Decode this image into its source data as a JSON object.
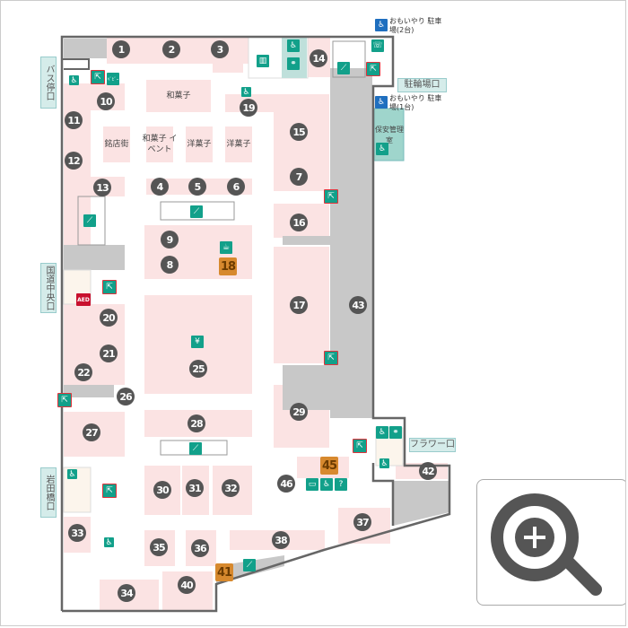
{
  "entrances": {
    "bus": "バス停口",
    "bicycle": "駐輪場口",
    "national_road": "国道中央口",
    "iwata_bridge": "岩田橋口",
    "flower": "フラワー口"
  },
  "parking": {
    "upper": "おもいやり 駐車場(2台)",
    "lower": "おもいやり 駐車場(1台)"
  },
  "rooms": {
    "security": "保安管理室"
  },
  "areas": {
    "wagashi": "和菓子",
    "meitengai": "銘店街",
    "wagashi_event": "和菓子 イベント",
    "yogashi1": "洋菓子",
    "yogashi2": "洋菓子"
  },
  "icons": {
    "aed": "AED",
    "baby": "ﾍﾞﾋﾞｰ"
  },
  "markers": [
    "1",
    "2",
    "3",
    "4",
    "5",
    "6",
    "7",
    "8",
    "9",
    "10",
    "11",
    "12",
    "13",
    "14",
    "15",
    "16",
    "17",
    "18",
    "19",
    "20",
    "21",
    "22",
    "25",
    "26",
    "27",
    "28",
    "29",
    "30",
    "31",
    "32",
    "33",
    "34",
    "35",
    "36",
    "37",
    "38",
    "40",
    "41",
    "42",
    "43",
    "45",
    "46"
  ],
  "highlight_markers": [
    "18",
    "41",
    "45"
  ],
  "colors": {
    "shop": "#fbe3e3",
    "corridor": "#c8c8c8",
    "accent": "#12a08a",
    "exit_border": "#e0333c",
    "number": "#555555",
    "highlight": "#d7892e"
  }
}
